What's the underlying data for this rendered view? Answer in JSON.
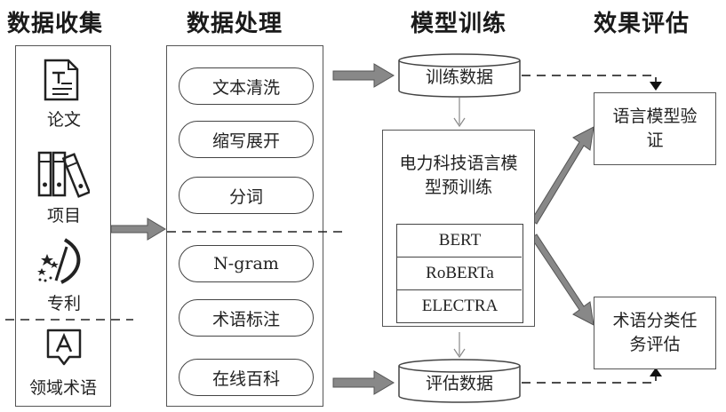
{
  "headers": {
    "collect": "数据收集",
    "process": "数据处理",
    "train": "模型训练",
    "evaluate": "效果评估"
  },
  "sources": [
    {
      "label": "论文",
      "icon": "document-icon"
    },
    {
      "label": "项目",
      "icon": "binders-icon"
    },
    {
      "label": "专利",
      "icon": "patent-icon"
    },
    {
      "label": "领域术语",
      "icon": "terminology-icon"
    }
  ],
  "processing_steps": [
    "文本清洗",
    "缩写展开",
    "分词",
    "N-gram",
    "术语标注",
    "在线百科"
  ],
  "training": {
    "train_data": "训练数据",
    "eval_data": "评估数据",
    "pretrain_title": "电力科技语言模型预训练",
    "models": [
      "BERT",
      "RoBERTa",
      "ELECTRA"
    ]
  },
  "evaluation": {
    "lm_validation": "语言模型验证",
    "term_task": "术语分类任务评估"
  },
  "colors": {
    "arrow_fill": "#888888",
    "border": "#555555"
  }
}
